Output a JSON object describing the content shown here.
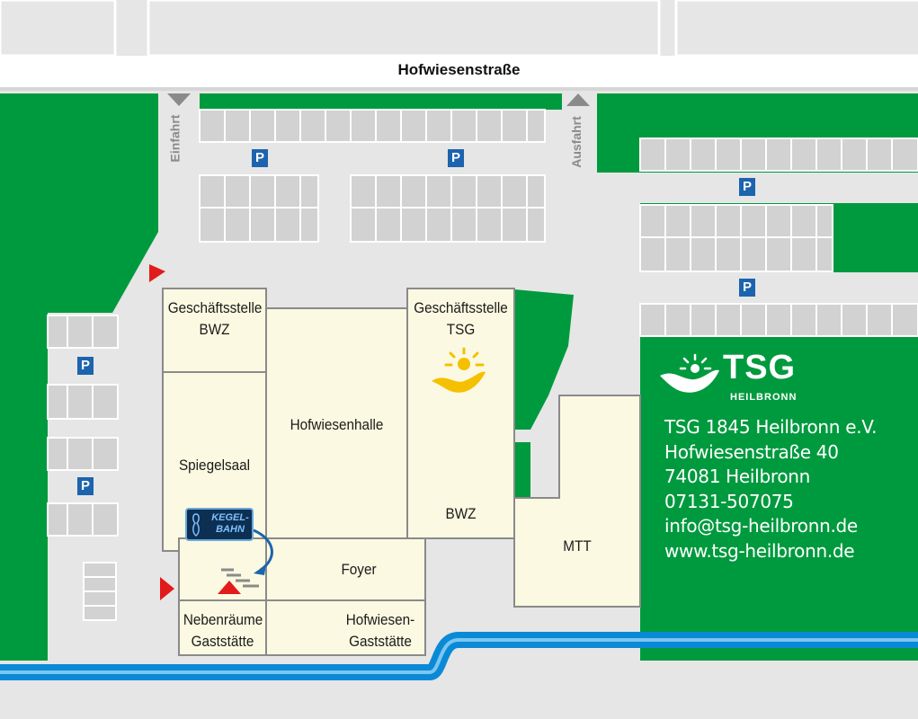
{
  "street": {
    "name": "Hofwiesenstraße"
  },
  "entrances": {
    "in": "Einfahrt",
    "out": "Ausfahrt"
  },
  "parking": {
    "symbol": "P"
  },
  "rooms": {
    "gs_bwz_1": "Geschäftsstelle",
    "gs_bwz_2": "BWZ",
    "spiegelsaal": "Spiegelsaal",
    "hofwiesenhalle": "Hofwiesenhalle",
    "gs_tsg_1": "Geschäftsstelle",
    "gs_tsg_2": "TSG",
    "bwz": "BWZ",
    "mtt": "MTT",
    "foyer": "Foyer",
    "neben_1": "Nebenräume",
    "neben_2": "Gaststätte",
    "hof_gast_1": "Hofwiesen-",
    "hof_gast_2": "Gaststätte"
  },
  "kegelbahn": {
    "line1": "KEGEL-",
    "line2": "BAHN"
  },
  "logo": {
    "name": "TSG",
    "sub": "HEILBRONN"
  },
  "contact": {
    "org": "TSG 1845 Heilbronn e.V.",
    "street": "Hofwiesenstraße 40",
    "city": "74081 Heilbronn",
    "phone": "07131-507075",
    "email": "info@tsg-heilbronn.de",
    "web": "www.tsg-heilbronn.de"
  },
  "colors": {
    "green": "#009a3e",
    "road": "#e6e6e6",
    "building": "#fbf9e1",
    "river": "#0a8ad6",
    "parking_stall": "#d2d2d2",
    "entrance_marker": "#e21b1b",
    "parking_badge": "#1c64ad"
  },
  "icons": [
    "tsg-logo-icon",
    "entrance-arrow-icon",
    "exit-arrow-icon",
    "entrance-marker-icon",
    "stairs-icon",
    "kegelbahn-arrow-icon"
  ]
}
